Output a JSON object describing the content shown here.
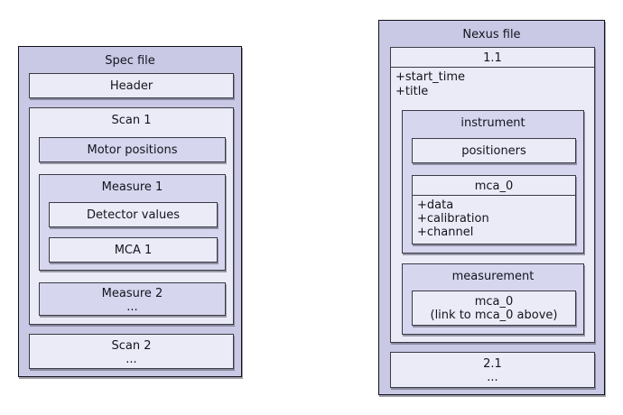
{
  "colors": {
    "outer_fill": "#c9c9e6",
    "mid_fill": "#d6d6ef",
    "light_fill": "#ebebf8",
    "border": "#3a3a44",
    "background": "#ffffff"
  },
  "spec_file": {
    "title": "Spec file",
    "header": "Header",
    "scan1": {
      "title": "Scan 1",
      "motor_positions": "Motor positions",
      "measure1": {
        "title": "Measure 1",
        "detector_values": "Detector values",
        "mca1": "MCA 1"
      },
      "measure2": {
        "title": "Measure 2",
        "ellipsis": "..."
      }
    },
    "scan2": {
      "title": "Scan 2",
      "ellipsis": "..."
    }
  },
  "nexus_file": {
    "title": "Nexus file",
    "entry1": {
      "title": "1.1",
      "attributes": [
        "+start_time",
        "+title"
      ],
      "instrument": {
        "title": "instrument",
        "positioners": "positioners",
        "mca0": {
          "title": "mca_0",
          "attributes": [
            "+data",
            "+calibration",
            "+channel"
          ]
        }
      },
      "measurement": {
        "title": "measurement",
        "mca0_link": {
          "line1": "mca_0",
          "line2": "(link to mca_0 above)"
        }
      }
    },
    "entry2": {
      "title": "2.1",
      "ellipsis": "..."
    }
  }
}
